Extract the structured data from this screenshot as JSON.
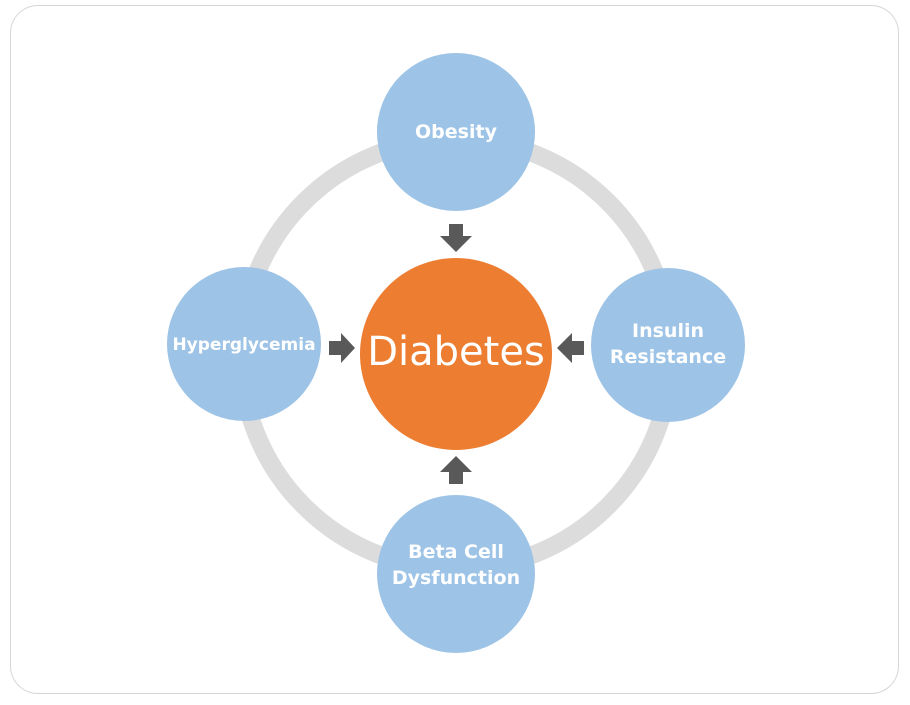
{
  "center": {
    "label": "Diabetes",
    "color": "#ed7d31"
  },
  "nodes": [
    {
      "id": "obesity",
      "lines": [
        "Obesity"
      ]
    },
    {
      "id": "insulin-resistance",
      "lines": [
        "Insulin",
        "Resistance"
      ]
    },
    {
      "id": "beta-cell-dysfunction",
      "lines": [
        "Beta Cell",
        "Dysfunction"
      ]
    },
    {
      "id": "hyperglycemia",
      "lines": [
        "Hyperglycemia"
      ]
    }
  ],
  "colors": {
    "node": "#9dc3e6",
    "ring": "#dcdcdc",
    "arrow": "#595959"
  }
}
